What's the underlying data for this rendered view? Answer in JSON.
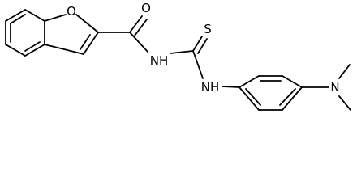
{
  "molecule": {
    "atoms": {
      "furan_oxygen": "O",
      "carbonyl_oxygen": "O",
      "thione_sulfur": "S",
      "amide_nitrogen": "NH",
      "thioamide_nitrogen": "NH",
      "amine_nitrogen": "N"
    }
  }
}
